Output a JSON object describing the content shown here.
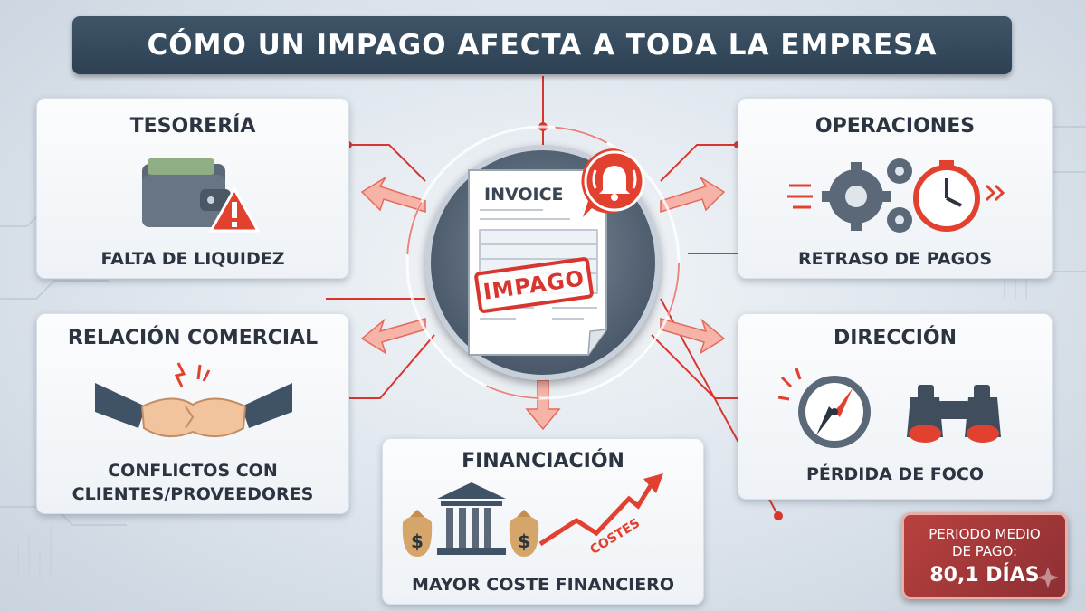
{
  "title": "CÓMO UN IMPAGO AFECTA A TODA LA EMPRESA",
  "center": {
    "invoice_label": "INVOICE",
    "stamp_text": "IMPAGO"
  },
  "cards": {
    "tesoreria": {
      "title": "TESORERÍA",
      "caption": "FALTA DE LIQUIDEZ",
      "icon": "wallet-warning-icon"
    },
    "operaciones": {
      "title": "OPERACIONES",
      "caption": "RETRASO DE PAGOS",
      "icon": "gears-stopwatch-icon"
    },
    "relacion": {
      "title": "RELACIÓN COMERCIAL",
      "caption_line1": "CONFLICTOS CON",
      "caption_line2": "CLIENTES/PROVEEDORES",
      "icon": "broken-handshake-icon"
    },
    "direccion": {
      "title": "DIRECCIÓN",
      "caption": "PÉRDIDA DE FOCO",
      "icon": "compass-binoculars-icon"
    },
    "financiacion": {
      "title": "FINANCIACIÓN",
      "caption": "MAYOR COSTE FINANCIERO",
      "arrow_label": "COSTES",
      "icon": "bank-rising-costs-icon"
    }
  },
  "badge": {
    "line1": "PERIODO MEDIO",
    "line2": "DE PAGO:",
    "value": "80,1 DÍAS"
  },
  "colors": {
    "accent_red": "#d9352f",
    "banner": "#34495c",
    "text_dark": "#2b3440",
    "badge": "#a63a3b"
  }
}
